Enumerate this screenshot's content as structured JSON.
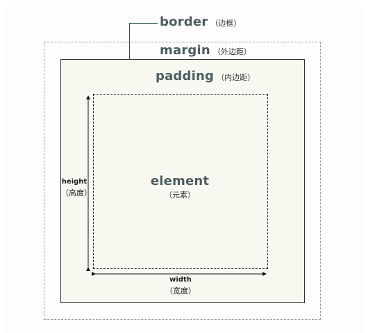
{
  "diagram": {
    "border": {
      "label": "border",
      "sub": "（边框）"
    },
    "margin": {
      "label": "margin",
      "sub": "（外边距）"
    },
    "padding": {
      "label": "padding",
      "sub": "（内边距）"
    },
    "element": {
      "label": "element",
      "sub": "（元素）"
    },
    "height": {
      "label": "height",
      "sub": "（高度）"
    },
    "width": {
      "label": "width",
      "sub": "（宽度）"
    },
    "colors": {
      "label_text": "#4b5c62",
      "border_fill": "#f8f8f1",
      "border_line": "#333333",
      "margin_dash": "#9a9a9a"
    }
  }
}
